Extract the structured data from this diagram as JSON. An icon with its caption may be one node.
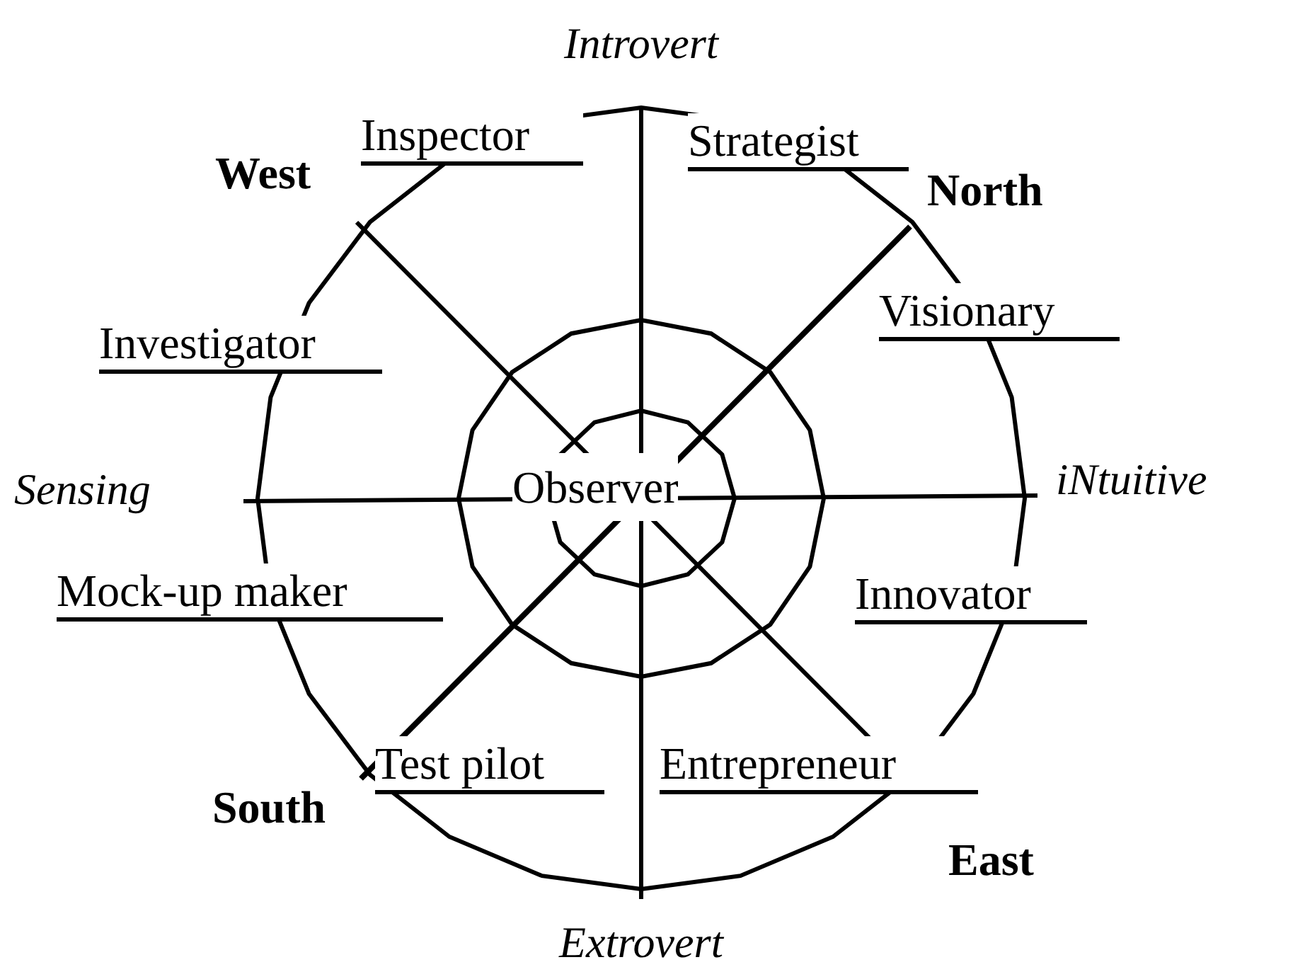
{
  "diagram": {
    "labels": [
      "Introvert",
      "West",
      "Inspector",
      "Strategist",
      "North",
      "Visionary",
      "Investigator",
      "Sensing",
      "Observer",
      "iNtuitive",
      "Mock-up maker",
      "Innovator",
      "Test pilot",
      "South",
      "Entrepreneur",
      "East",
      "Extrovert"
    ]
  }
}
